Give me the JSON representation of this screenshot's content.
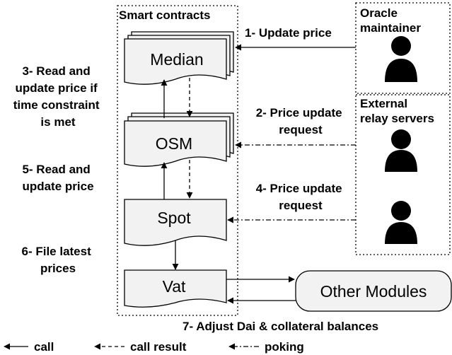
{
  "regions": {
    "smart_contracts": "Smart contracts",
    "oracle_maintainer": [
      "Oracle",
      "maintainer"
    ],
    "external_relay": [
      "External",
      "relay servers"
    ]
  },
  "contracts": {
    "median": "Median",
    "osm": "OSM",
    "spot": "Spot",
    "vat": "Vat",
    "other_modules": "Other Modules"
  },
  "steps": {
    "s1": [
      "1- Update price"
    ],
    "s2": [
      "2- Price update",
      "request"
    ],
    "s3": [
      "3- Read and",
      "update price if",
      "time constraint",
      "is met"
    ],
    "s4": [
      "4- Price update",
      "request"
    ],
    "s5": [
      "5- Read and",
      "update price"
    ],
    "s6": [
      "6- File latest",
      "prices"
    ],
    "s7": [
      "7- Adjust Dai & collateral balances"
    ]
  },
  "legend": {
    "call": "call",
    "call_result": "call result",
    "poking": "poking"
  },
  "icons": [
    "person-icon",
    "person-icon",
    "person-icon"
  ]
}
